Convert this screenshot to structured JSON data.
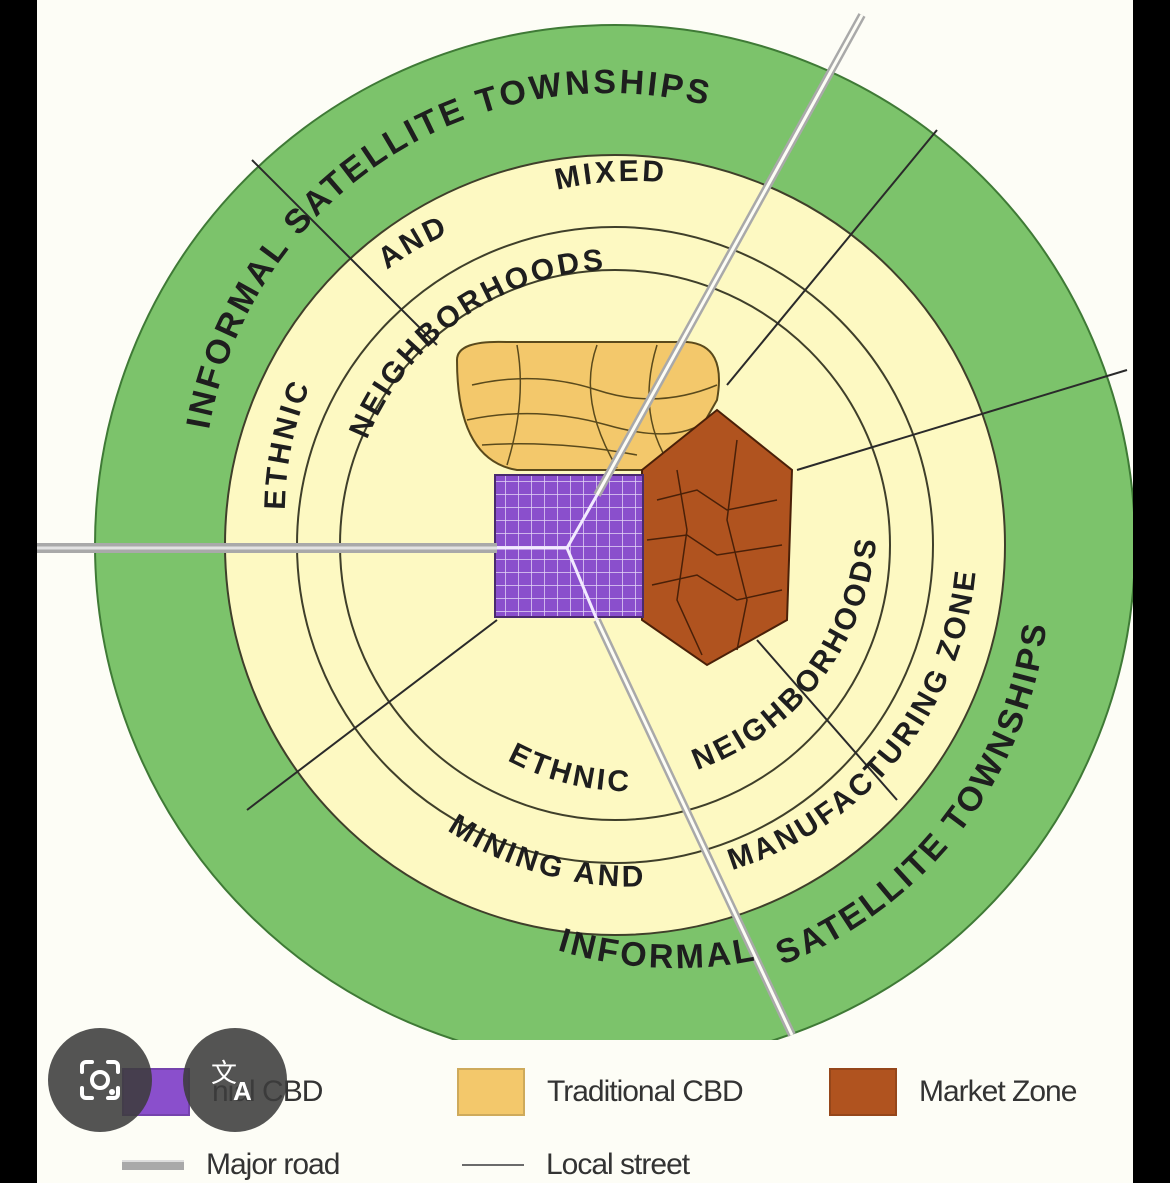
{
  "zones": {
    "outer_ring_top": "INFORMAL   SATELLITE   TOWNSHIPS",
    "outer_ring_bottom_left": "INFORMAL",
    "outer_ring_bottom_right": "SATELLITE   TOWNSHIPS",
    "mixed": "MIXED",
    "and_top": "AND",
    "neighborhoods_top": "NEIGHBORHOODS",
    "ethnic_left": "ETHNIC",
    "ethnic_bottom": "ETHNIC",
    "neighborhoods_right": "NEIGHBORHOODS",
    "mining": "MINING  AND",
    "manufacturing": "MANUFACTURING ZONE"
  },
  "legend": {
    "colonial_cbd": "nial CBD",
    "traditional_cbd": "Traditional CBD",
    "market_zone": "Market Zone",
    "major_road": "Major road",
    "local_street": "Local street"
  },
  "colors": {
    "outer_ring": "#7cc36b",
    "inner_zone": "#fdf9c2",
    "colonial_cbd": "#8a4fcc",
    "traditional_cbd": "#f3c86b",
    "market_zone": "#b0531f",
    "major_road": "#a9a9a9"
  },
  "overlay": {
    "lens_icon": "google-lens-icon",
    "translate_icon": "translate-icon"
  }
}
